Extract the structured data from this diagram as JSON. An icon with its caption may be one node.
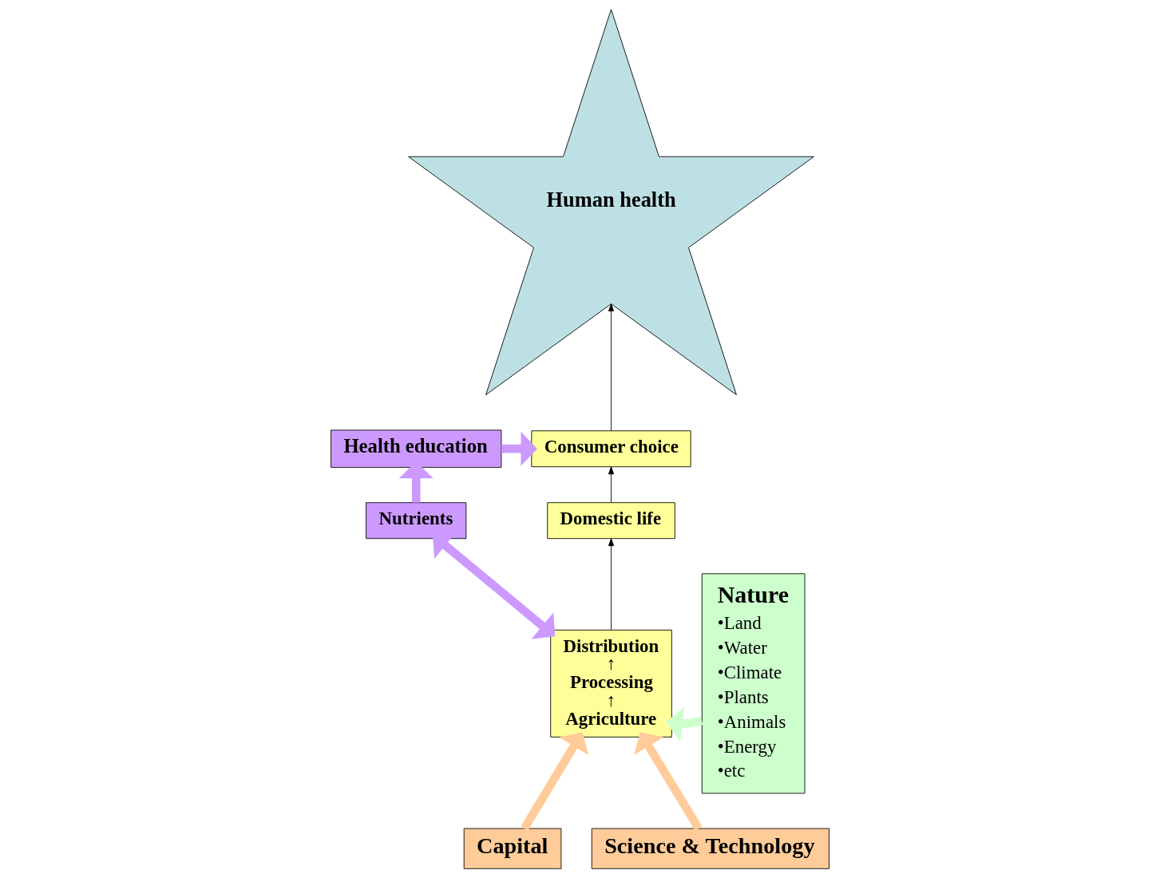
{
  "diagram": {
    "nodes": [
      {
        "text": [
          "Human health"
        ]
      },
      {
        "text": [
          "Health education"
        ]
      },
      {
        "text": [
          "Consumer choice"
        ]
      },
      {
        "text": [
          "Nutrients"
        ]
      },
      {
        "text": [
          "Domestic life"
        ]
      },
      {
        "text": [
          "Capital"
        ]
      },
      {
        "text": [
          "Distribution",
          "↑",
          "Processing",
          "↑",
          "Agriculture"
        ]
      },
      {
        "text": [
          "Science & Technology"
        ]
      },
      {
        "text": [
          "Nature",
          "•Land",
          "•Water",
          "•Climate",
          "•Plants",
          "•Animals",
          "•Energy",
          "•etc"
        ]
      }
    ],
    "edges": [
      {
        "from": 2,
        "to": 0,
        "arrow": "to",
        "color": "#000000"
      },
      {
        "from": 1,
        "to": 2,
        "arrow": "to",
        "color": "#cc99ff"
      },
      {
        "from": 3,
        "to": 1,
        "arrow": "to",
        "color": "#cc99ff"
      },
      {
        "from": 4,
        "to": 2,
        "arrow": "to",
        "color": "#000000"
      },
      {
        "from": 6,
        "to": 4,
        "arrow": "to",
        "color": "#000000"
      },
      {
        "from": 3,
        "to": 6,
        "arrow": "both",
        "color": "#cc99ff"
      },
      {
        "from": 5,
        "to": 6,
        "arrow": "to",
        "color": "#ffcc99"
      },
      {
        "from": 7,
        "to": 6,
        "arrow": "to",
        "color": "#ffcc99"
      },
      {
        "from": 8,
        "to": 6,
        "arrow": "to",
        "color": "#ccffcc"
      }
    ]
  }
}
